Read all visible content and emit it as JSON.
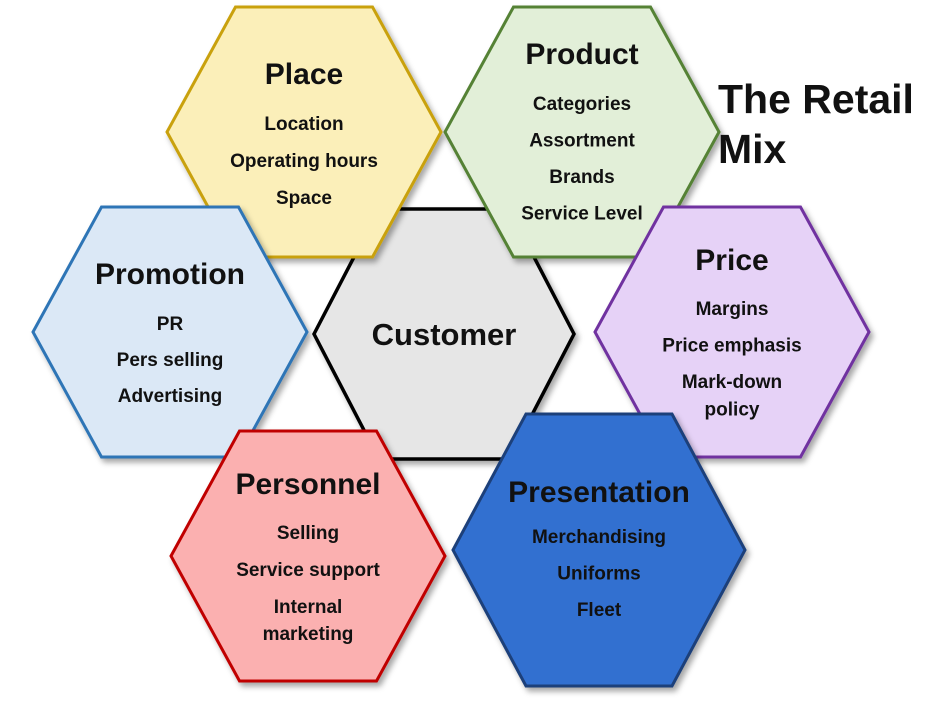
{
  "title": {
    "line1": "The Retail",
    "line2": "Mix"
  },
  "hexagons": [
    {
      "id": "customer",
      "title": "Customer",
      "items": [],
      "fill": "#e6e6e6",
      "stroke": "#000000",
      "text_color": "#111111"
    },
    {
      "id": "place",
      "title": "Place",
      "items": [
        "Location",
        "Operating hours",
        "Space"
      ],
      "fill": "#fbefb9",
      "stroke": "#c9a10c",
      "text_color": "#111111"
    },
    {
      "id": "product",
      "title": "Product",
      "items": [
        "Categories",
        "Assortment",
        "Brands",
        "Service Level"
      ],
      "fill": "#e2efd8",
      "stroke": "#548235",
      "text_color": "#111111"
    },
    {
      "id": "promotion",
      "title": "Promotion",
      "items": [
        "PR",
        "Pers selling",
        "Advertising"
      ],
      "fill": "#dbe8f6",
      "stroke": "#2e75b6",
      "text_color": "#111111"
    },
    {
      "id": "price",
      "title": "Price",
      "items": [
        "Margins",
        "Price emphasis",
        "Mark-down",
        "policy"
      ],
      "fill": "#e6d2f7",
      "stroke": "#7030a0",
      "text_color": "#111111"
    },
    {
      "id": "personnel",
      "title": "Personnel",
      "items": [
        "Selling",
        "Service support",
        "Internal",
        "marketing"
      ],
      "fill": "#fbb0b0",
      "stroke": "#c00000",
      "text_color": "#111111"
    },
    {
      "id": "presentation",
      "title": "Presentation",
      "items": [
        "Merchandising",
        "Uniforms",
        "Fleet"
      ],
      "fill": "#3270d0",
      "stroke": "#1f3f7a",
      "text_color": "#111111"
    }
  ]
}
